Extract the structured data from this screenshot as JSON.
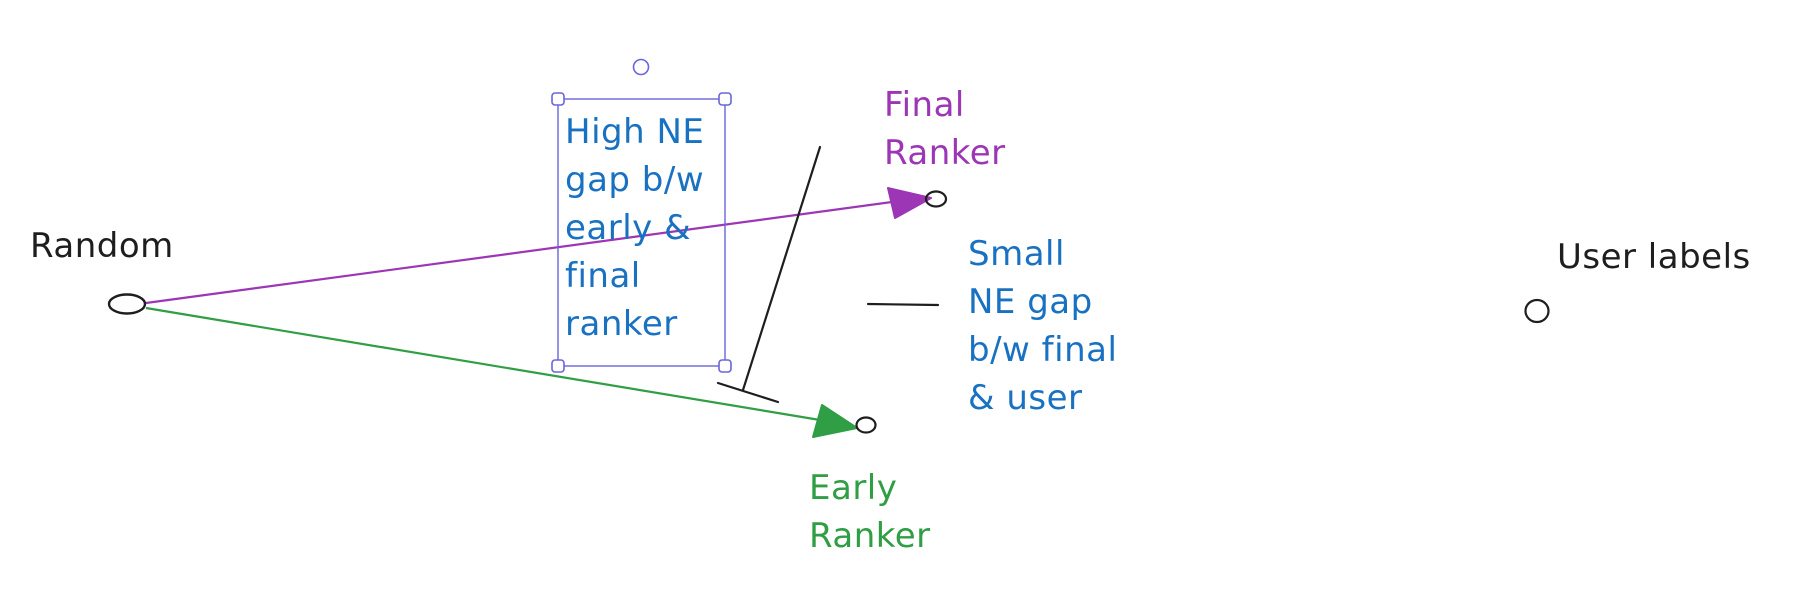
{
  "nodes": {
    "random": {
      "label": "Random"
    },
    "final_ranker": {
      "label_lines": [
        "Final",
        "Ranker"
      ]
    },
    "early_ranker": {
      "label_lines": [
        "Early",
        "Ranker"
      ]
    },
    "user_labels": {
      "label": "User labels"
    }
  },
  "annotations": {
    "high_gap": {
      "lines": [
        "High NE",
        "gap b/w",
        "early &",
        "final",
        "ranker"
      ]
    },
    "small_gap": {
      "lines": [
        "Small",
        "NE gap",
        "b/w final",
        "& user"
      ]
    }
  },
  "colors": {
    "black": "#1e1e1e",
    "purple": "#9c36b5",
    "green": "#2f9e44",
    "blue": "#1971c2",
    "selection": "#6965db"
  }
}
